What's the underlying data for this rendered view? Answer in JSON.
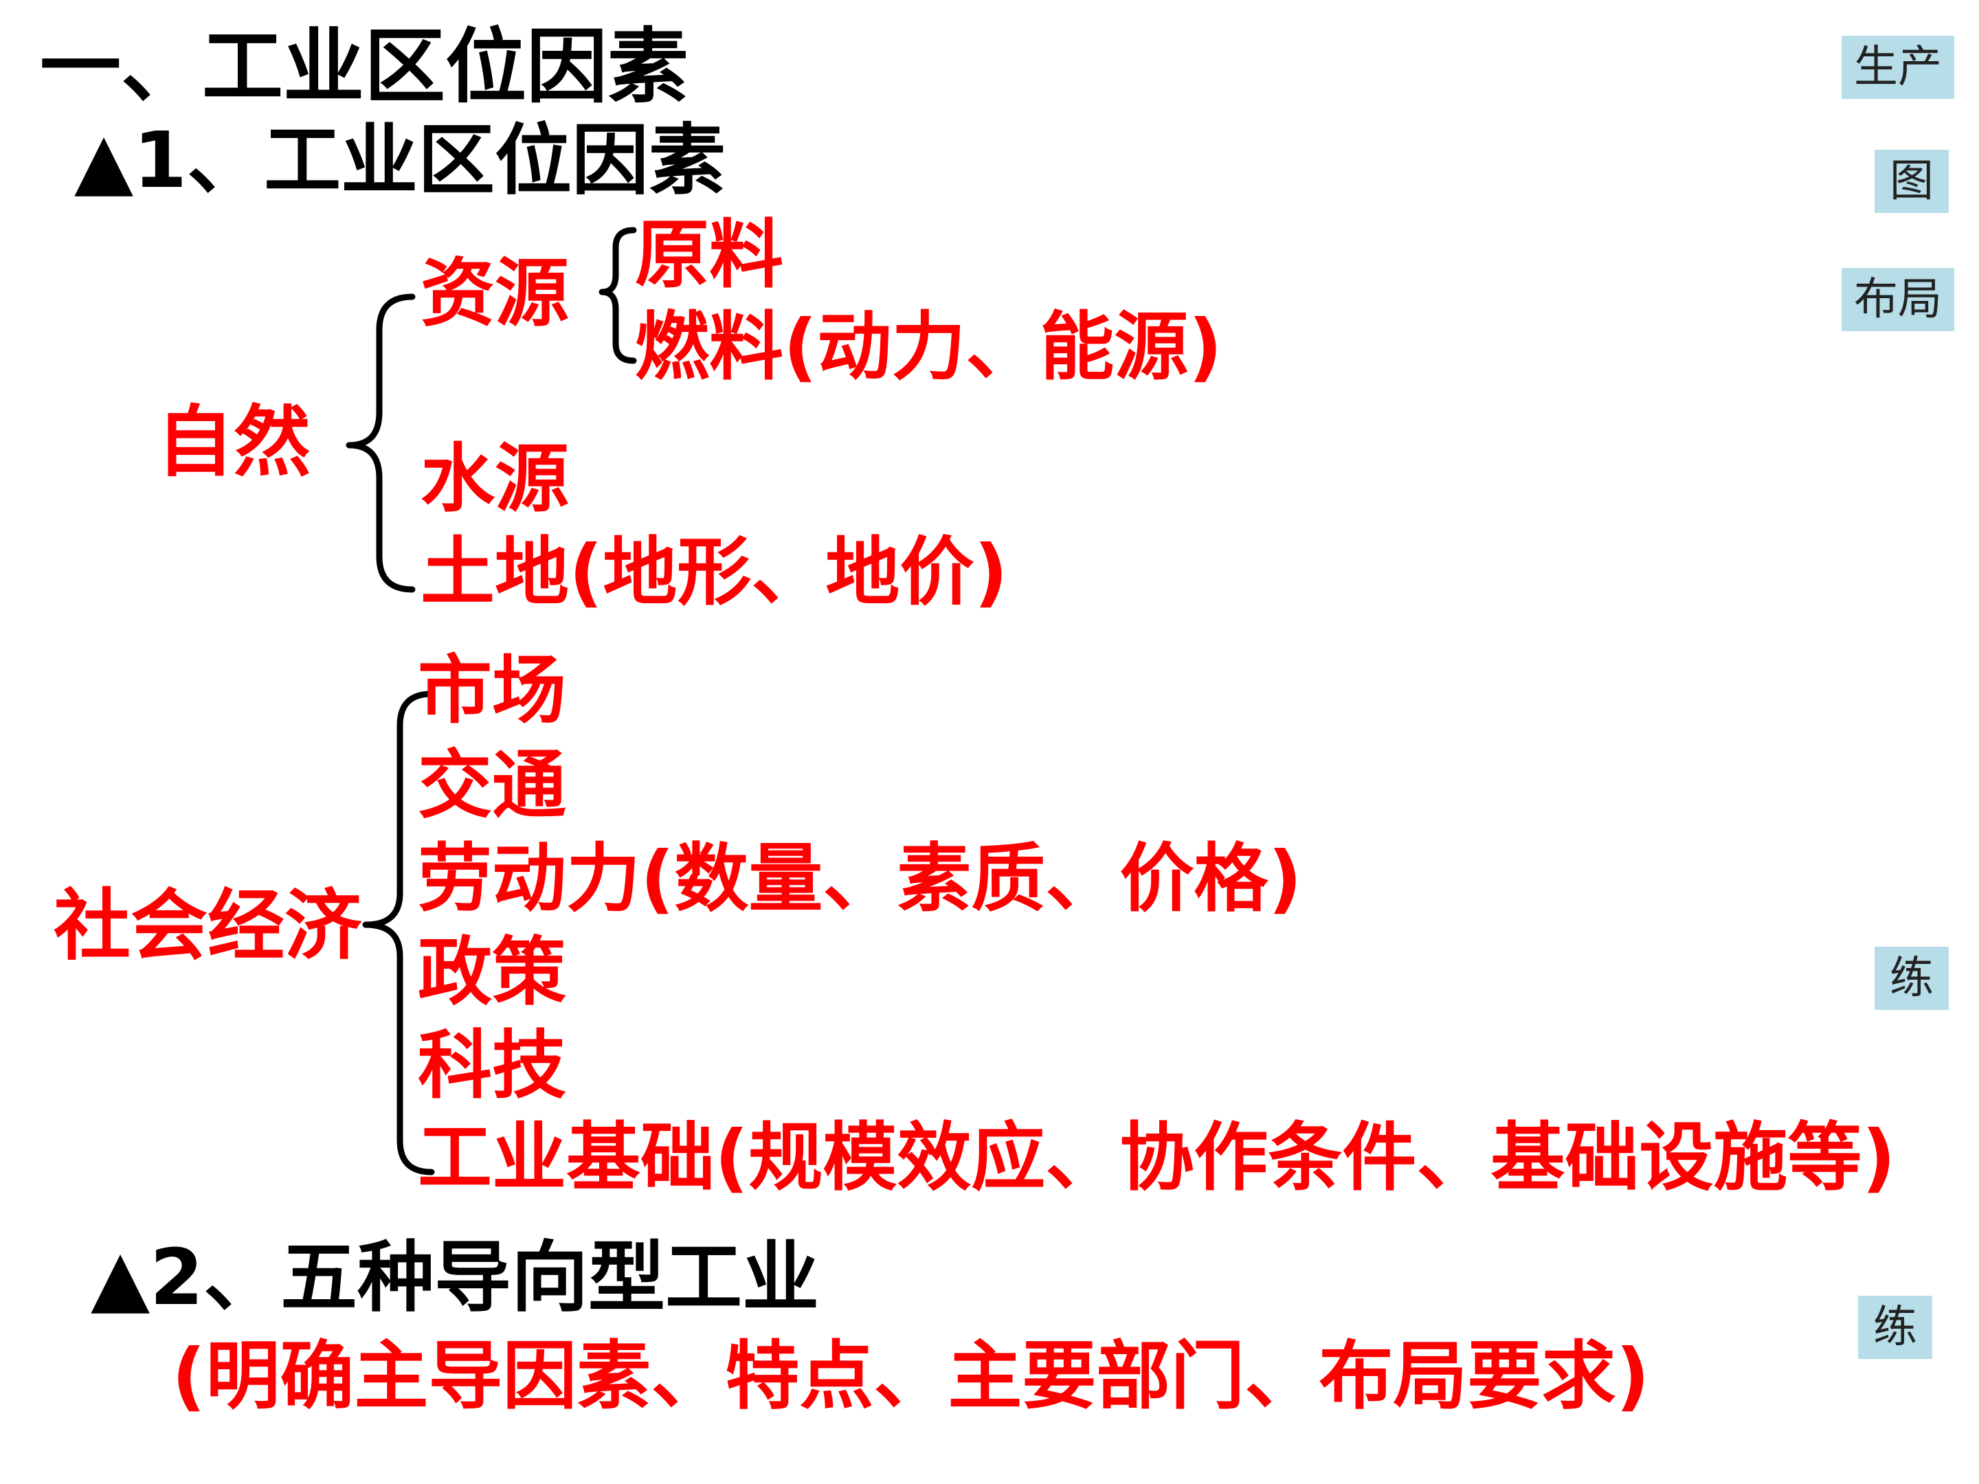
{
  "title": "一、工业区位因素",
  "section1": {
    "heading": "▲1、工业区位因素",
    "natural": {
      "label": "自然",
      "resources": {
        "label": "资源",
        "children": [
          "原料",
          "燃料(动力、能源)"
        ]
      },
      "others": [
        "水源",
        "土地(地形、地价)"
      ]
    },
    "social": {
      "label": "社会经济",
      "items": [
        "市场",
        "交通",
        "劳动力(数量、素质、价格)",
        "政策",
        "科技",
        "工业基础(规模效应、协作条件、基础设施等)"
      ]
    }
  },
  "section2": {
    "heading": "▲2、五种导向型工业",
    "subtitle": "(明确主导因素、特点、主要部门、布局要求)"
  },
  "side_buttons": [
    "生产",
    "图",
    "布局",
    "练",
    "练"
  ],
  "colors": {
    "heading": "#000000",
    "content": "#ff0000",
    "button_bg": "#b7dde8"
  }
}
